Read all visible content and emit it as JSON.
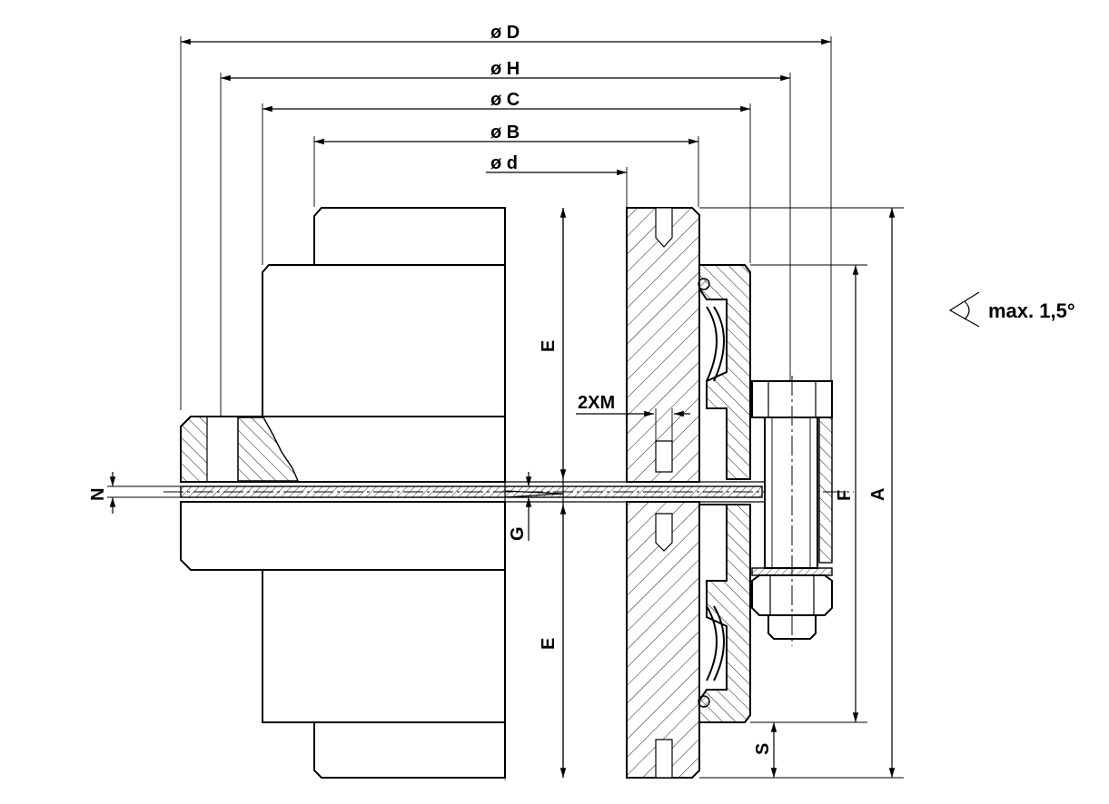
{
  "labels": {
    "D": "ø D",
    "H": "ø H",
    "C": "ø C",
    "B": "ø B",
    "d": "ø d",
    "E_top": "E",
    "E_bottom": "E",
    "XM": "2XM",
    "N": "N",
    "G": "G",
    "F": "F",
    "A": "A",
    "S": "S"
  },
  "angle_note": "max. 1,5°",
  "colors": {
    "line": "#000000",
    "background": "#ffffff"
  }
}
